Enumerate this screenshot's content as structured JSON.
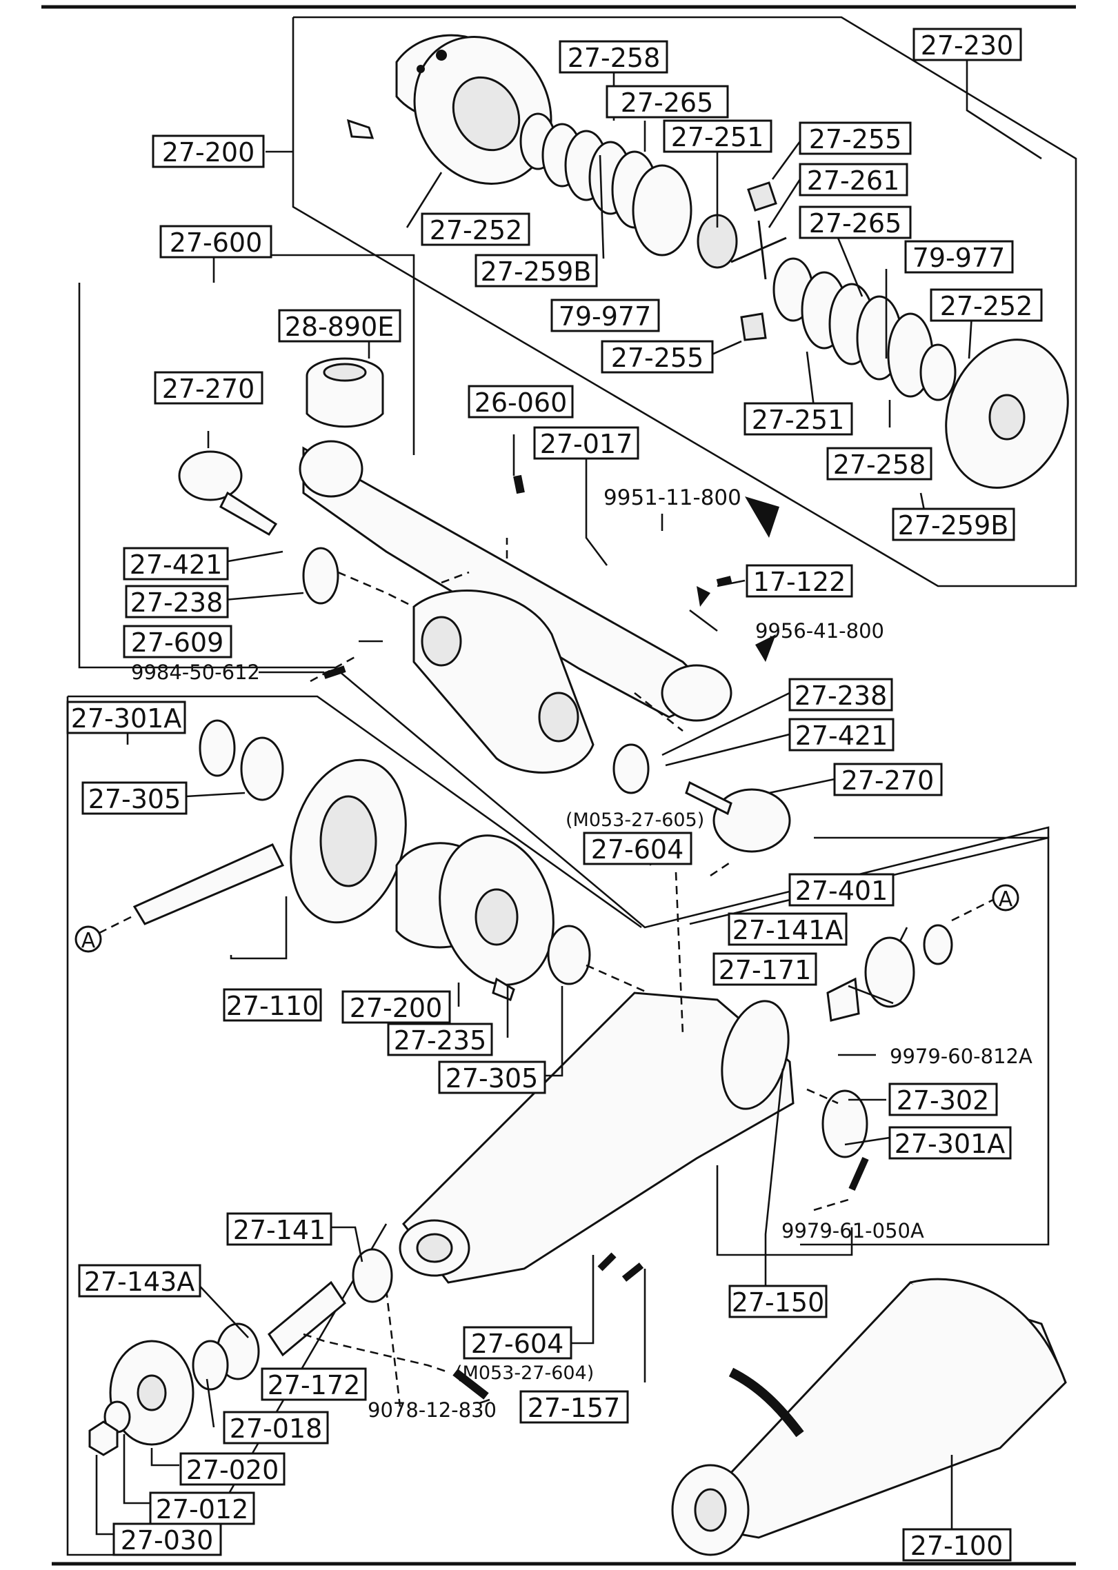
{
  "callouts": {
    "c27_230": "27-230",
    "c27_258_top": "27-258",
    "c27_265_top": "27-265",
    "c27_251_top": "27-251",
    "c27_255_top": "27-255",
    "c27_261": "27-261",
    "c27_200_top": "27-200",
    "c27_252_left": "27-252",
    "c27_265_mid": "27-265",
    "c27_259b_left": "27-259B",
    "c79_977_right": "79-977",
    "c79_977_left": "79-977",
    "c27_252_right": "27-252",
    "c27_255_bottom": "27-255",
    "c27_251_bottom": "27-251",
    "c27_258_bottom": "27-258",
    "c27_259b_right": "27-259B",
    "c27_600": "27-600",
    "c28_890e": "28-890E",
    "c27_270_left": "27-270",
    "c26_060": "26-060",
    "c27_017": "27-017",
    "c9951_11_800": "9951-11-800",
    "c27_421_left": "27-421",
    "c17_122": "17-122",
    "c27_238_left": "27-238",
    "c27_609": "27-609",
    "c9956_41_800": "9956-41-800",
    "c9984_50_612": "9984-50-612",
    "c27_301a_left": "27-301A",
    "c27_238_right": "27-238",
    "c27_421_right": "27-421",
    "c27_305_left": "27-305",
    "c27_270_right": "27-270",
    "cm053_27_605": "(M053-27-605)",
    "c27_604_top": "27-604",
    "c27_401": "27-401",
    "marker_a_left": "A",
    "marker_a_right": "A",
    "c27_141a": "27-141A",
    "c27_171": "27-171",
    "c27_110": "27-110",
    "c27_200_bottom": "27-200",
    "c9979_60_812a": "9979-60-812A",
    "c27_235": "27-235",
    "c27_302": "27-302",
    "c27_305_bottom": "27-305",
    "c27_301a_right": "27-301A",
    "c9979_61_050a": "9979-61-050A",
    "c27_141": "27-141",
    "c27_143a": "27-143A",
    "c27_150": "27-150",
    "c27_604_bottom": "27-604",
    "cm053_27_604": "(M053-27-604)",
    "c27_172": "27-172",
    "c9078_12_830": "9078-12-830",
    "c27_018": "27-018",
    "c27_157": "27-157",
    "c27_020": "27-020",
    "c27_012": "27-012",
    "c27_030": "27-030",
    "c27_100": "27-100"
  },
  "colors": {
    "ink": "#111111",
    "paper": "#ffffff"
  }
}
